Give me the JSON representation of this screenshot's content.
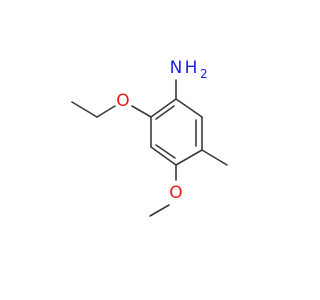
{
  "molecule": {
    "atoms": {
      "amine_n": "N",
      "amine_h": "H",
      "amine_h_count": "2",
      "ethoxy_o": "O",
      "methoxy_o": "O"
    },
    "colors": {
      "bond": "#3a3a3a",
      "nitrogen": "#1f1fe6",
      "oxygen": "#e61a1a"
    }
  }
}
